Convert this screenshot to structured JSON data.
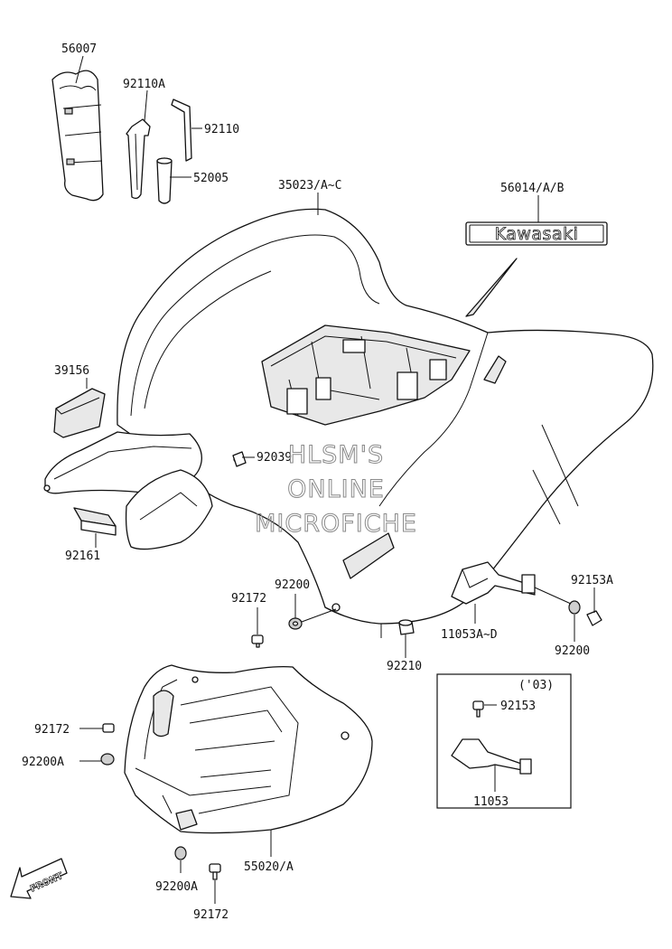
{
  "labels": {
    "p56007": "56007",
    "p92110A": "92110A",
    "p92110": "92110",
    "p52005": "52005",
    "p35023": "35023/A~C",
    "p56014": "56014/A/B",
    "p39156": "39156",
    "p92039": "92039",
    "p92161": "92161",
    "p92200_center": "92200",
    "p92172_center": "92172",
    "p92210": "92210",
    "p11053A": "11053A~D",
    "p92153A": "92153A",
    "p92200_right": "92200",
    "p92153": "92153",
    "p11053": "11053",
    "p92172_left": "92172",
    "p92200A_left": "92200A",
    "p92200A_bottom": "92200A",
    "p92172_bottom": "92172",
    "p55020": "55020/A"
  },
  "inset": {
    "year": "('03)"
  },
  "decal": {
    "brand_text": "Kawasaki"
  },
  "front_arrow": {
    "text": "FRONT"
  },
  "watermark": {
    "line1": "HLSM'S",
    "line2": "ONLINE",
    "line3": "MICROFICHE"
  }
}
